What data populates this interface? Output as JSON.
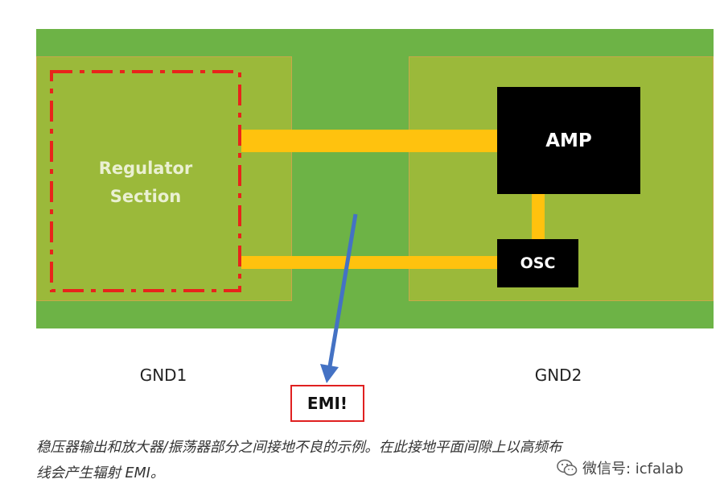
{
  "diagram": {
    "regulator_label_line1": "Regulator",
    "regulator_label_line2": "Section",
    "amp_label": "AMP",
    "osc_label": "OSC",
    "gnd1_label": "GND1",
    "gnd2_label": "GND2",
    "emi_label": "EMI!"
  },
  "caption": {
    "line1": "稳压器输出和放大器/振荡器部分之间接地不良的示例。在此接地平面间隙上以高频布",
    "line2": "线会产生辐射 EMI。"
  },
  "watermark": {
    "icon": "wechat-icon",
    "text": "微信号: icfalab"
  },
  "colors": {
    "board": "#6db346",
    "plane": "#9bb93a",
    "trace": "#ffc20e",
    "chip": "#000000",
    "regulator_outline": "#e8241b",
    "emi_arrow": "#4472c4",
    "emi_box_border": "#e02020"
  }
}
